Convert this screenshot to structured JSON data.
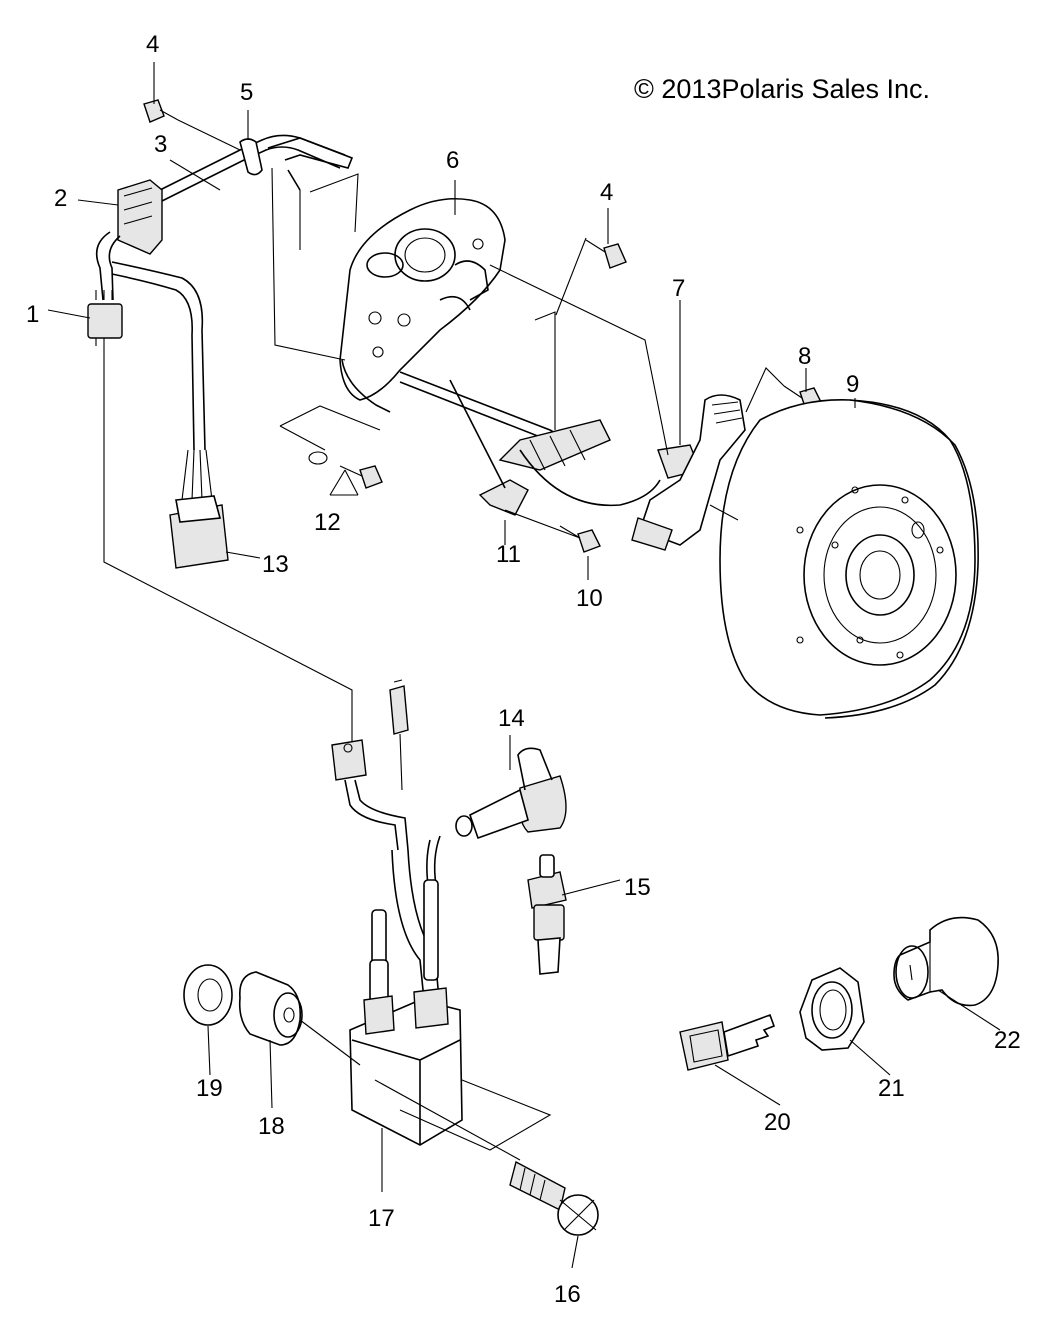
{
  "copyright": "© 2013Polaris Sales Inc.",
  "callouts": [
    "1",
    "2",
    "3",
    "4",
    "4",
    "5",
    "6",
    "7",
    "8",
    "9",
    "10",
    "11",
    "12",
    "13",
    "14",
    "15",
    "16",
    "17",
    "18",
    "19",
    "20",
    "21",
    "22"
  ]
}
